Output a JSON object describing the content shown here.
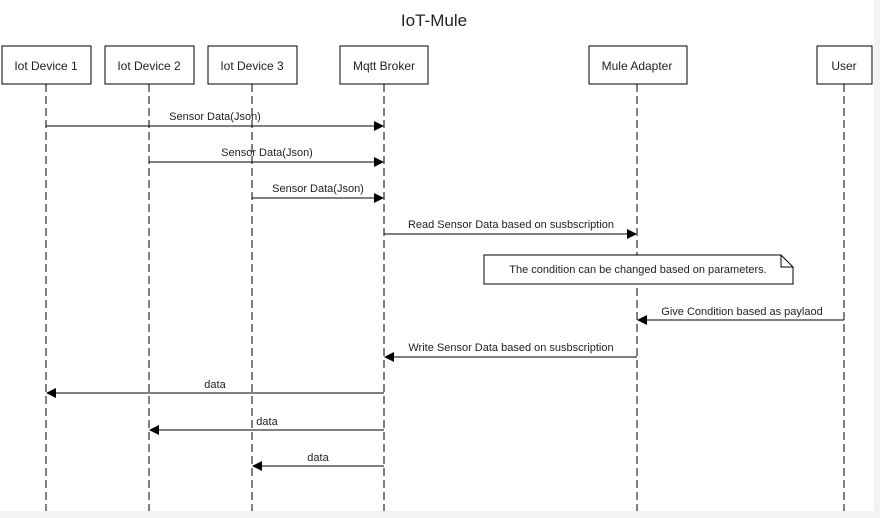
{
  "title": "IoT-Mule",
  "participants": [
    {
      "id": "d1",
      "label": "Iot Device 1"
    },
    {
      "id": "d2",
      "label": "Iot Device 2"
    },
    {
      "id": "d3",
      "label": "Iot Device 3"
    },
    {
      "id": "mb",
      "label": "Mqtt Broker"
    },
    {
      "id": "ma",
      "label": "Mule Adapter"
    },
    {
      "id": "us",
      "label": "User"
    }
  ],
  "messages": [
    {
      "from": "d1",
      "to": "mb",
      "label": "Sensor Data(Json)"
    },
    {
      "from": "d2",
      "to": "mb",
      "label": "Sensor Data(Json)"
    },
    {
      "from": "d3",
      "to": "mb",
      "label": "Sensor Data(Json)"
    },
    {
      "from": "mb",
      "to": "ma",
      "label": "Read Sensor Data based on susbscription"
    },
    {
      "from": "us",
      "to": "ma",
      "label": "Give Condition based as paylaod"
    },
    {
      "from": "ma",
      "to": "mb",
      "label": "Write Sensor Data based on susbscription"
    },
    {
      "from": "mb",
      "to": "d1",
      "label": "data"
    },
    {
      "from": "mb",
      "to": "d2",
      "label": "data"
    },
    {
      "from": "mb",
      "to": "d3",
      "label": "data"
    }
  ],
  "note": {
    "text": "The condition can be changed based on parameters."
  }
}
